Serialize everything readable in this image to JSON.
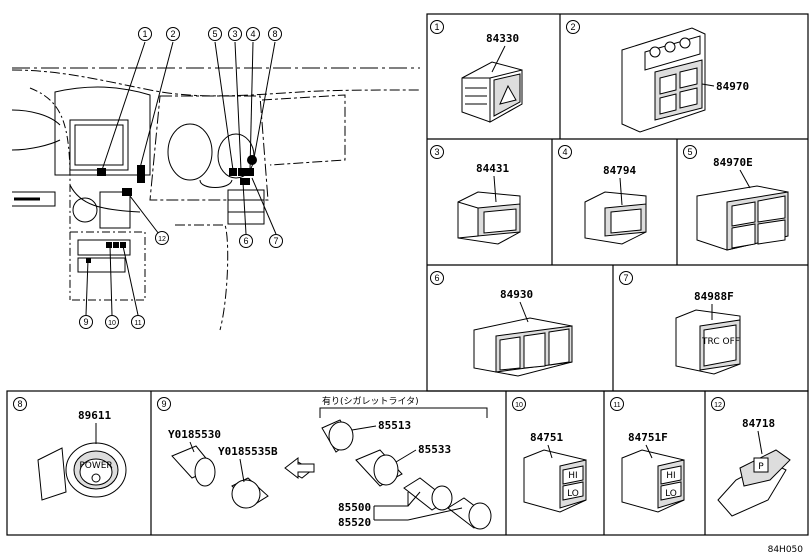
{
  "diagram_code": "84H050",
  "callouts": [
    "1",
    "2",
    "3",
    "4",
    "5",
    "6",
    "7",
    "8",
    "9",
    "10",
    "11",
    "12"
  ],
  "panels": [
    {
      "num": "1",
      "parts": [
        "84330"
      ]
    },
    {
      "num": "2",
      "parts": [
        "84970"
      ]
    },
    {
      "num": "3",
      "parts": [
        "84431"
      ]
    },
    {
      "num": "4",
      "parts": [
        "84794"
      ]
    },
    {
      "num": "5",
      "parts": [
        "84970E"
      ]
    },
    {
      "num": "6",
      "parts": [
        "84930"
      ]
    },
    {
      "num": "7",
      "parts": [
        "84988F"
      ]
    },
    {
      "num": "8",
      "parts": [
        "89611"
      ]
    },
    {
      "num": "9",
      "parts": [
        "Y0185530",
        "Y0185535B",
        "85513",
        "85533",
        "85500",
        "85520"
      ],
      "bracket_note": "有り(シガレットライタ)"
    },
    {
      "num": "10",
      "parts": [
        "84751"
      ]
    },
    {
      "num": "11",
      "parts": [
        "84751F"
      ]
    },
    {
      "num": "12",
      "parts": [
        "84718"
      ]
    }
  ],
  "switch_text": {
    "power": "POWER",
    "trc_off": "TRC OFF",
    "parking": "P",
    "hi": "HI",
    "lo": "LO"
  },
  "colors": {
    "ink": "#000000",
    "paper": "#ffffff",
    "shade": "#b0b0b0"
  }
}
